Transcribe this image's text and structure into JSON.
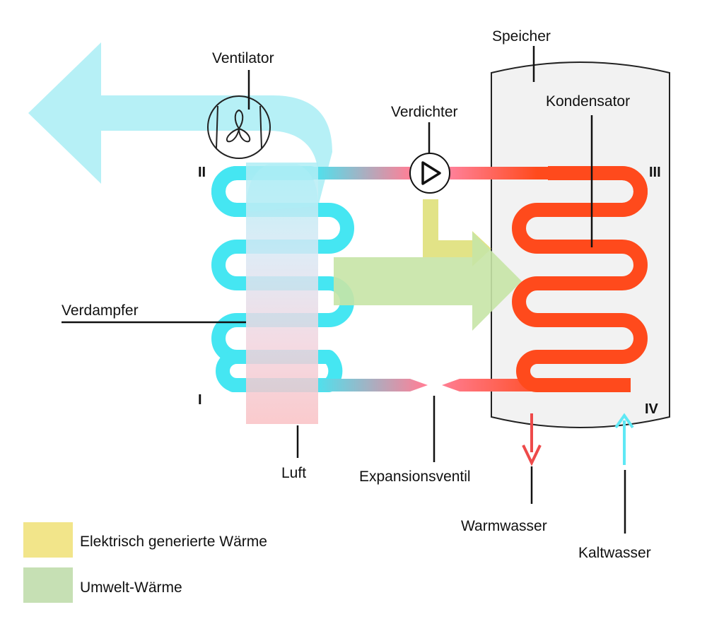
{
  "labels": {
    "speicher": "Speicher",
    "kondensator": "Kondensator",
    "verdichter": "Verdichter",
    "ventilator": "Ventilator",
    "verdampfer": "Verdampfer",
    "luft": "Luft",
    "expansionsventil": "Expansionsventil",
    "warmwasser": "Warmwasser",
    "kaltwasser": "Kaltwasser"
  },
  "points": {
    "i": "I",
    "ii": "II",
    "iii": "III",
    "iv": "IV"
  },
  "legend": [
    {
      "label": "Elektrisch generierte Wärme",
      "color": "#f2e58a"
    },
    {
      "label": "Umwelt-Wärme",
      "color": "#c6e0b4"
    }
  ],
  "colors": {
    "cold": "#45e6f2",
    "hot": "#ff4a1c",
    "mid": "#ff7f96",
    "air_cold": "#aeeef5",
    "air_warm": "#f9c1c4",
    "tank_fill": "#f2f2f2",
    "electric_heat": "#dfe07a",
    "ambient_heat": "#c6e4a6",
    "hot_water_arrow": "#ee4a4a",
    "cold_water_arrow": "#5fe8f5"
  }
}
